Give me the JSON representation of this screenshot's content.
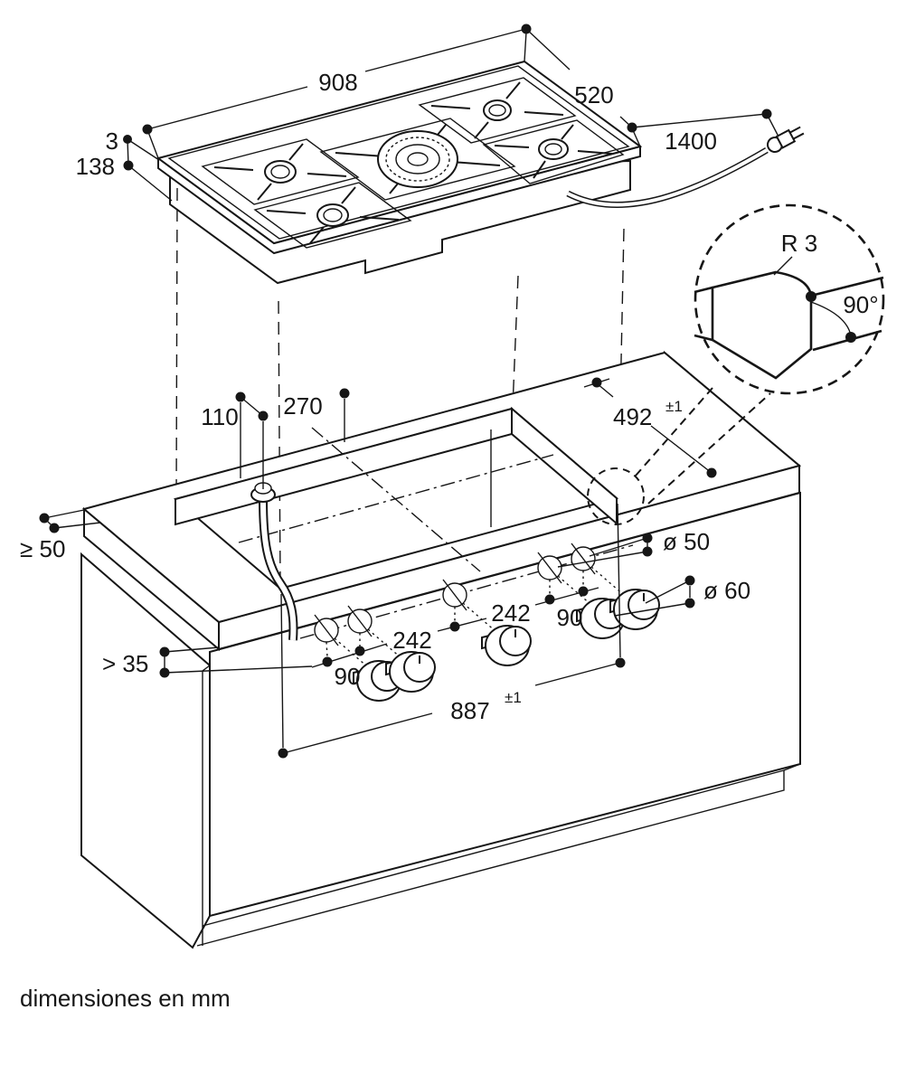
{
  "drawing": {
    "unit_note": "dimensiones en mm",
    "cooktop": {
      "width": "908",
      "depth": "520",
      "plate_thickness": "3",
      "body_height": "138",
      "cable_length": "1400"
    },
    "corner_detail": {
      "radius": "R 3",
      "angle": "90°"
    },
    "cutout": {
      "hose_side_offset": "110",
      "hose_back_offset": "270",
      "depth": "492",
      "depth_tolerance": "±1",
      "width": "887",
      "width_tolerance": "±1",
      "side_clearance": "≥ 50",
      "front_clearance": "> 35"
    },
    "holes": {
      "small_diameter": "ø 50",
      "large_diameter": "ø 60",
      "edge_spacing_left": "90",
      "spacing_left": "242",
      "spacing_right": "242",
      "edge_spacing_right": "90"
    }
  }
}
